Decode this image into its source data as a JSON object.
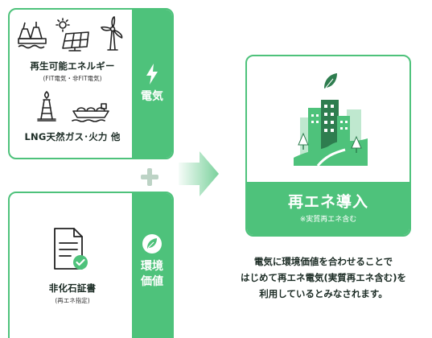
{
  "electricity_card": {
    "renewable_label": "再生可能エネルギー",
    "renewable_note": "(FIT電気・非FIT電気)",
    "lng_label": "LNG天然ガス･火力 他",
    "tab_label": "電気"
  },
  "plus_symbol": "+",
  "environment_card": {
    "certificate_label": "非化石証書",
    "certificate_note": "(再エネ指定)",
    "tab_label_line1": "環境",
    "tab_label_line2": "価値"
  },
  "result": {
    "title": "再エネ導入",
    "note": "※実質再エネ含む"
  },
  "description": {
    "line1": "電気に環境価値を合わせることで",
    "line2": "はじめて再エネ電気(実質再エネ含む)を",
    "line3": "利用しているとみなされます。"
  },
  "colors": {
    "accent_green": "#4ec27b",
    "dark_green": "#2e7d4f",
    "light_green": "#bfe8cf",
    "plus_gray": "#bcd3c5"
  }
}
